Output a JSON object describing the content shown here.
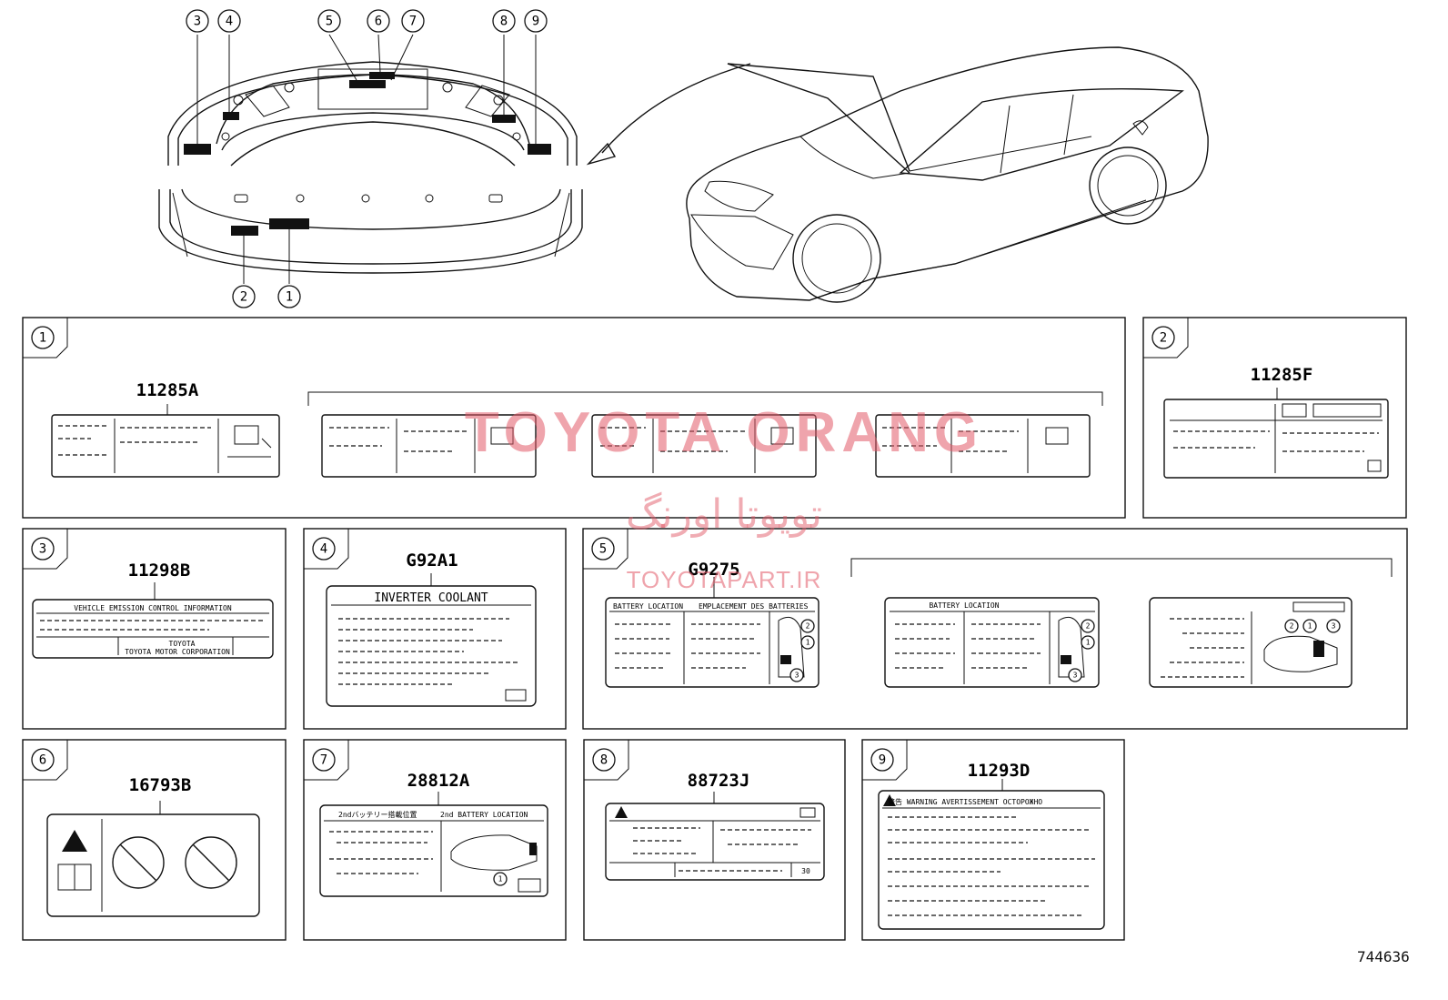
{
  "header": {
    "hood_callouts": [
      "3",
      "4",
      "5",
      "6",
      "7",
      "8",
      "9"
    ],
    "bumper_callouts": [
      "2",
      "1"
    ]
  },
  "panels": [
    {
      "num": "1",
      "part": "11285A"
    },
    {
      "num": "2",
      "part": "11285F"
    },
    {
      "num": "3",
      "part": "11298B",
      "label_lines": [
        "VEHICLE EMISSION CONTROL INFORMATION",
        "TOYOTA",
        "TOYOTA MOTOR CORPORATION"
      ]
    },
    {
      "num": "4",
      "part": "G92A1",
      "label_title": "INVERTER COOLANT"
    },
    {
      "num": "5",
      "part": "G9275",
      "label_titles": [
        "BATTERY LOCATION",
        "EMPLACEMENT DES BATTERIES",
        "BATTERY LOCATION"
      ],
      "callouts": [
        "2",
        "1",
        "3"
      ]
    },
    {
      "num": "6",
      "part": "16793B"
    },
    {
      "num": "7",
      "part": "28812A",
      "label_titles": [
        "2ndバッテリー搭載位置",
        "2nd BATTERY LOCATION"
      ],
      "callouts": [
        "1"
      ]
    },
    {
      "num": "8",
      "part": "88723J",
      "label_code": "30"
    },
    {
      "num": "9",
      "part": "11293D",
      "label_title": "警告 WARNING AVERTISSEMENT ОСТОРОЖНО"
    }
  ],
  "watermarks": [
    "TOYOTA ORANG",
    "تویوتا اورنگ",
    "TOYOTAPART.IR"
  ],
  "footer": {
    "code": "744636"
  }
}
